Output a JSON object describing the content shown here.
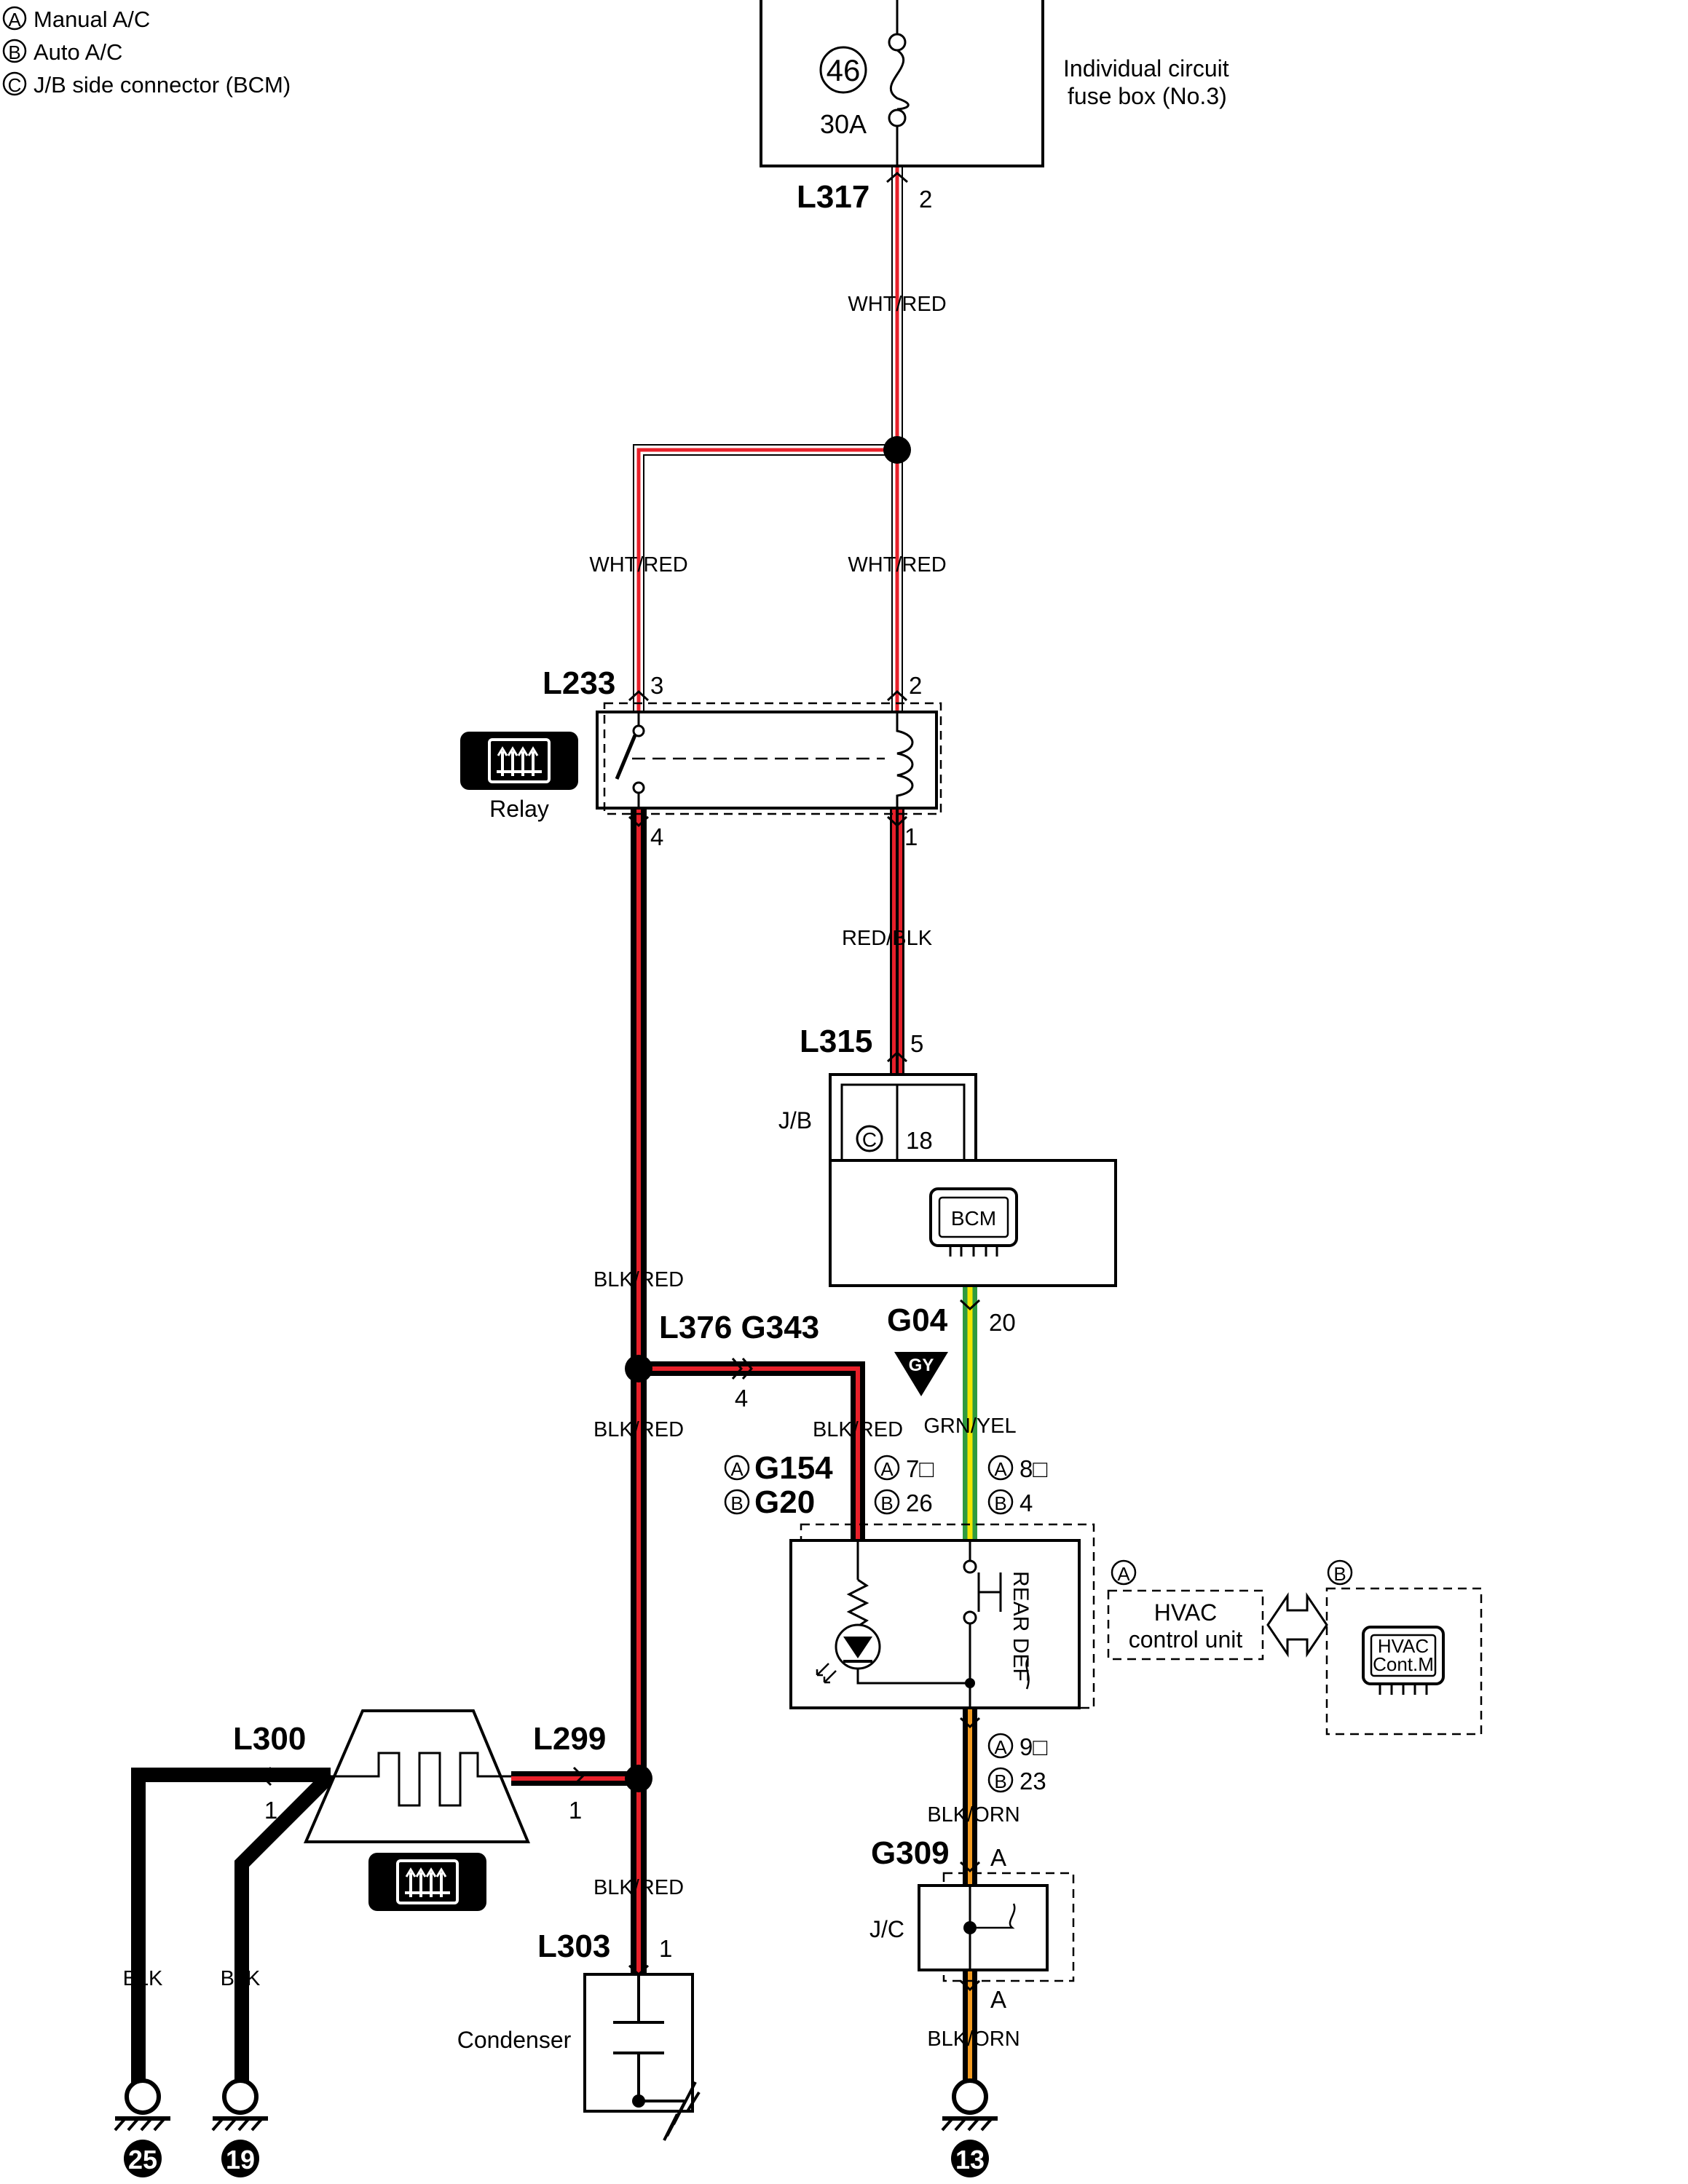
{
  "legend": {
    "a": {
      "mark": "A",
      "text": "Manual A/C"
    },
    "b": {
      "mark": "B",
      "text": "Auto A/C"
    },
    "c": {
      "mark": "C",
      "text": "J/B side connector (BCM)"
    }
  },
  "fuse_box": {
    "fuse_number": "46",
    "rating": "30A",
    "label_line1": "Individual circuit",
    "label_line2": "fuse box (No.3)"
  },
  "connectors": {
    "l317": {
      "code": "L317",
      "pin": "2"
    },
    "l233": {
      "code": "L233",
      "pin_3": "3",
      "pin_2": "2",
      "pin_4": "4",
      "pin_1": "1"
    },
    "l315": {
      "code": "L315",
      "pin": "5"
    },
    "g04": {
      "code": "G04",
      "pin": "20",
      "color_badge": "GY"
    },
    "l376": {
      "code": "L376 G343",
      "pin": "4"
    },
    "g154": {
      "mark": "A",
      "code": "G154"
    },
    "g20": {
      "mark": "B",
      "code": "G20"
    },
    "pin_a7": {
      "mark": "A",
      "text": "7□"
    },
    "pin_b26": {
      "mark": "B",
      "text": "26"
    },
    "pin_a8": {
      "mark": "A",
      "text": "8□"
    },
    "pin_b4": {
      "mark": "B",
      "text": "4"
    },
    "pin_a9": {
      "mark": "A",
      "text": "9□"
    },
    "pin_b23": {
      "mark": "B",
      "text": "23"
    },
    "g309": {
      "code": "G309",
      "pin_top": "A",
      "pin_bottom": "A"
    },
    "l300": {
      "code": "L300",
      "pin": "1"
    },
    "l299": {
      "code": "L299",
      "pin": "1"
    },
    "l303": {
      "code": "L303",
      "pin": "1"
    }
  },
  "wires": {
    "w1": "WHT/RED",
    "w2": "WHT/RED",
    "w3": "WHT/RED",
    "w4": "RED/BLK",
    "w5": "BLK/RED",
    "w6": "BLK/RED",
    "w7": "BLK/RED",
    "w8": "GRN/YEL",
    "w9": "BLK/ORN",
    "w10": "BLK/ORN",
    "w11": "BLK/RED",
    "w12": "BLK",
    "w13": "BLK"
  },
  "components": {
    "relay": "Relay",
    "jb": "J/B",
    "jb_connector": {
      "mark": "C",
      "pin": "18"
    },
    "bcm": "BCM",
    "rear_def": "REAR DEF",
    "hvac_unit_mark": "A",
    "hvac_unit_line1": "HVAC",
    "hvac_unit_line2": "control unit",
    "hvac_module_mark": "B",
    "hvac_module_line1": "HVAC",
    "hvac_module_line2": "Cont.M",
    "jc": "J/C",
    "condenser": "Condenser"
  },
  "grounds": {
    "g25": "25",
    "g19": "19",
    "g13": "13"
  },
  "colors": {
    "black": "#000000",
    "red": "#e8202a",
    "white": "#ffffff",
    "green": "#2f9b3f",
    "yellow": "#f1e600",
    "orange": "#f29a1f",
    "dashed": "#000000"
  }
}
